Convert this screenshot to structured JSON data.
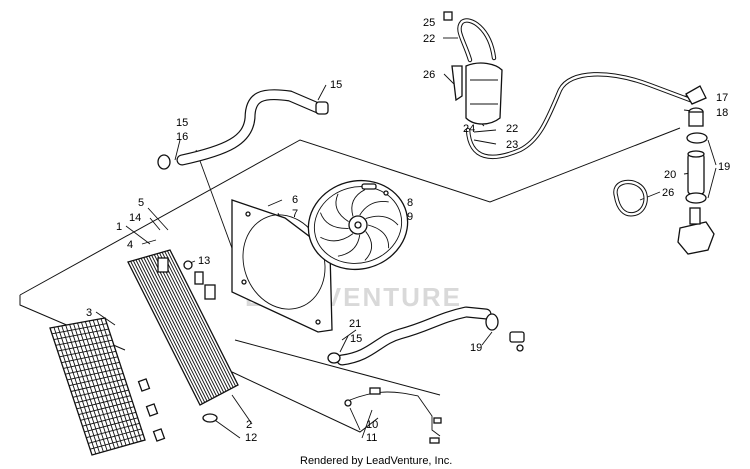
{
  "diagram": {
    "watermark": "LEADVENTURE",
    "credit": "Rendered by LeadVenture, Inc.",
    "callouts": {
      "c1": "1",
      "c2": "2",
      "c3": "3",
      "c4": "4",
      "c5": "5",
      "c6": "6",
      "c7": "7",
      "c8": "8",
      "c9": "9",
      "c10": "10",
      "c11": "11",
      "c12": "12",
      "c13": "13",
      "c14": "14",
      "c15a": "15",
      "c15b": "15",
      "c15c": "15",
      "c16": "16",
      "c17": "17",
      "c18": "18",
      "c19a": "19",
      "c19b": "19",
      "c20": "20",
      "c21": "21",
      "c22a": "22",
      "c22b": "22",
      "c23": "23",
      "c24": "24",
      "c25": "25",
      "c26a": "26",
      "c26b": "26"
    }
  }
}
